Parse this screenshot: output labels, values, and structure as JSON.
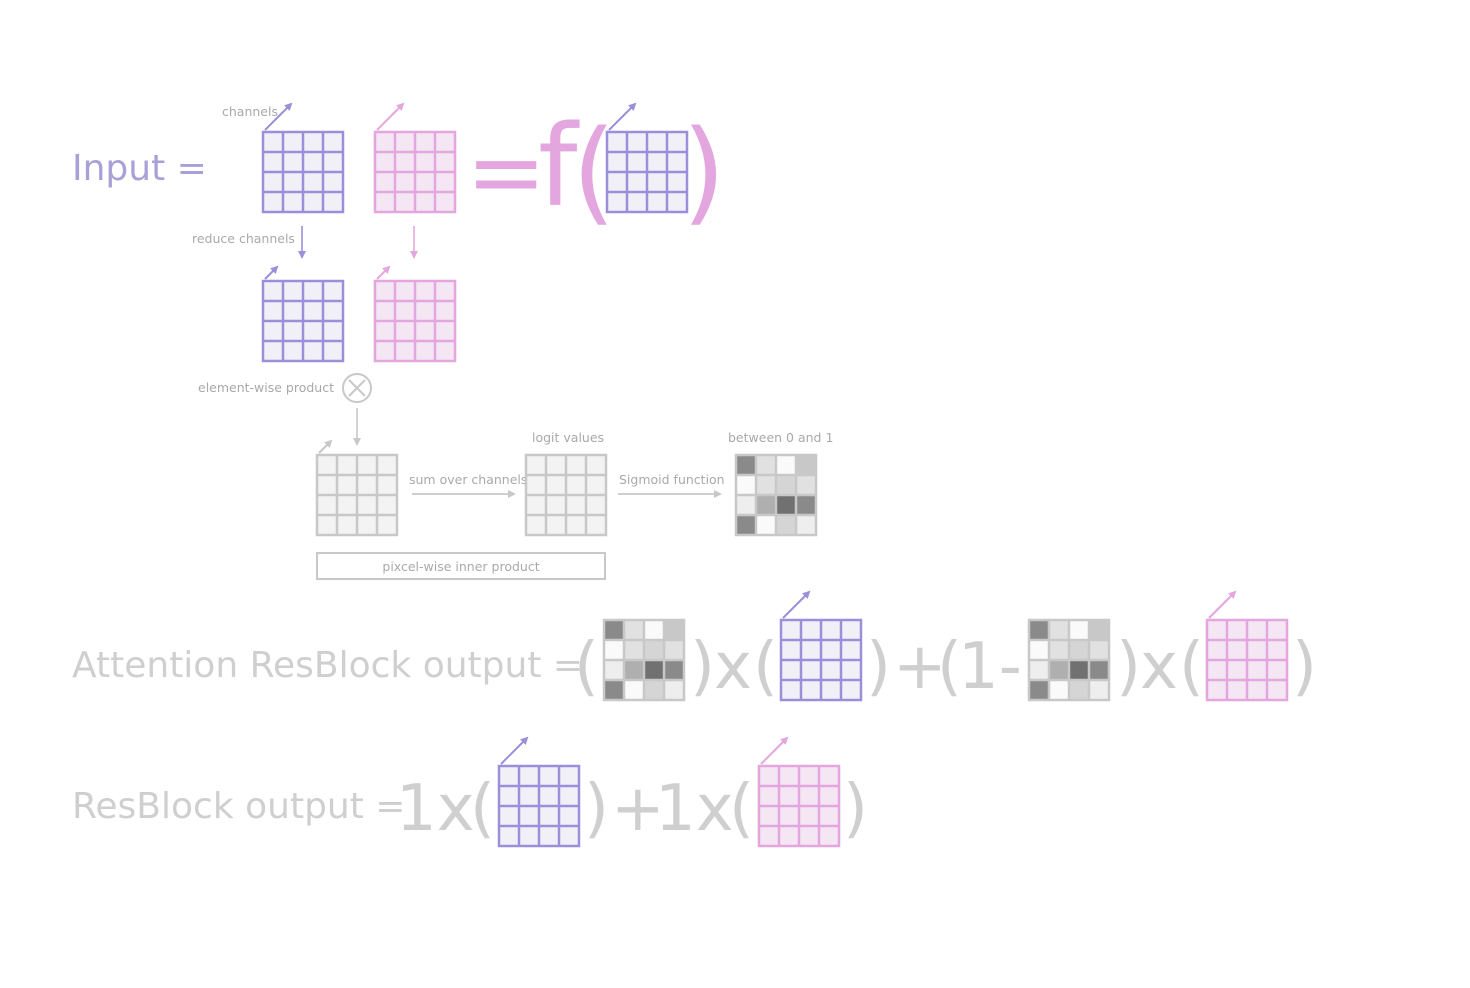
{
  "colors": {
    "purple": "#9b8fd9",
    "purple_fill": "#f1f0f7",
    "pink": "#e4a6de",
    "pink_fill": "#f5e6f4",
    "gray": "#c8c8c8",
    "gray_fill": "#f3f3f3",
    "text_gray": "#cfcfcf",
    "label_gray": "#a9a9a9"
  },
  "labels": {
    "input": "Input =",
    "channels": "channels",
    "reduce_channels": "reduce channels",
    "element_wise_product": "element-wise product",
    "sum_over_channels": "sum over channels",
    "logit_values": "logit values",
    "sigmoid_function": "Sigmoid function",
    "between_0_and_1": "between 0 and 1",
    "pixel_wise_inner_product": "pixcel-wise inner product",
    "attention_output": "Attention ResBlock output =",
    "resblock_output": "ResBlock output ="
  },
  "symbols": {
    "equals": "=",
    "f": "f",
    "open_paren": "(",
    "close_paren": ")",
    "times": "x",
    "plus": "+",
    "one": "1",
    "one_minus": "1-",
    "one_times": "1x",
    "multiply_circle": "⊗"
  },
  "attention_map": [
    [
      0.45,
      0.1,
      0.0,
      0.2
    ],
    [
      0.0,
      0.1,
      0.15,
      0.1
    ],
    [
      0.05,
      0.3,
      0.55,
      0.45
    ],
    [
      0.45,
      0.0,
      0.15,
      0.05
    ]
  ]
}
